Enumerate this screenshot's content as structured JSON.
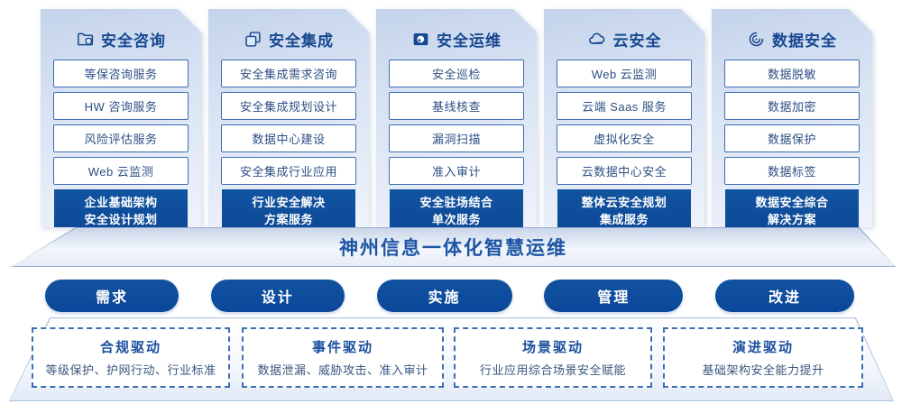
{
  "colors": {
    "accent_dark_blue": "#0c4796",
    "header_text": "#17488f",
    "box_border": "#3f6db3",
    "box_text": "#2c4f83",
    "card_bg_top": "#c4d3eb",
    "card_bg_bottom": "#eef3fb",
    "banner_text": "#1d55a5"
  },
  "columns": [
    {
      "title": "安全咨询",
      "icon": "folder-shield-icon",
      "items": [
        "等保咨询服务",
        "HW 咨询服务",
        "风险评估服务",
        "Web 云监测"
      ],
      "footer": "企业基础架构\n安全设计规划"
    },
    {
      "title": "安全集成",
      "icon": "copy-documents-icon",
      "items": [
        "安全集成需求咨询",
        "安全集成规划设计",
        "数据中心建设",
        "安全集成行业应用"
      ],
      "footer": "行业安全解决\n方案服务"
    },
    {
      "title": "安全运维",
      "icon": "folder-clock-icon",
      "items": [
        "安全巡检",
        "基线核查",
        "漏洞扫描",
        "准入审计"
      ],
      "footer": "安全驻场结合\n单次服务"
    },
    {
      "title": "云安全",
      "icon": "cloud-icon",
      "items": [
        "Web 云监测",
        "云端 Saas 服务",
        "虚拟化安全",
        "云数据中心安全"
      ],
      "footer": "整体云安全规划\n集成服务"
    },
    {
      "title": "数据安全",
      "icon": "fingerprint-spiral-icon",
      "items": [
        "数据脱敏",
        "数据加密",
        "数据保护",
        "数据标签"
      ],
      "footer": "数据安全综合\n解决方案"
    }
  ],
  "banner": {
    "title": "神州信息一体化智慧运维"
  },
  "process_pills": [
    "需求",
    "设计",
    "实施",
    "管理",
    "改进"
  ],
  "drivers": [
    {
      "title": "合规驱动",
      "desc": "等级保护、护网行动、行业标准"
    },
    {
      "title": "事件驱动",
      "desc": "数据泄漏、威胁攻击、准入审计"
    },
    {
      "title": "场景驱动",
      "desc": "行业应用综合场景安全赋能"
    },
    {
      "title": "演进驱动",
      "desc": "基础架构安全能力提升"
    }
  ]
}
